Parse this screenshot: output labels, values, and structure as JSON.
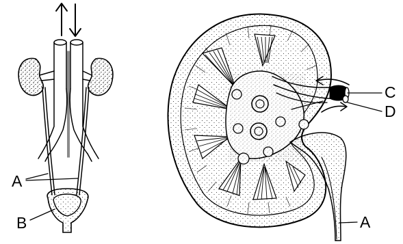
{
  "labels": {
    "ureter_left": "A",
    "bladder": "B",
    "vessel_upper": "C",
    "vessel_lower": "D",
    "ureter_right": "A"
  },
  "colors": {
    "ink": "#000000",
    "background": "#ffffff"
  },
  "icons": {
    "flow_up": "arrow-up-icon",
    "flow_down": "arrow-down-icon",
    "blood_in": "arrow-left-icon",
    "blood_out": "arrow-right-icon"
  }
}
